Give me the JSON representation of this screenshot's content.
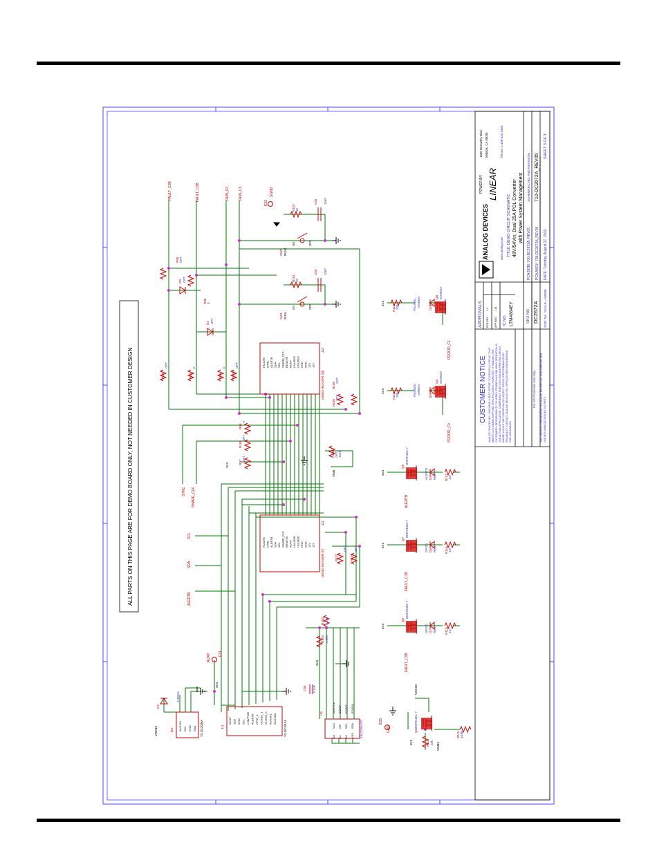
{
  "notice": "ALL PARTS ON THIS PAGE ARE FOR DEMO BOARD ONLY, NOT NEEDED IN CUSTOMER DESIGN",
  "nets": {
    "fault_c0b": "FAULT_C0B",
    "fault_c0b2": "FAULT_C0B",
    "run_c0": "RUN_C0",
    "run_c1": "RUN_C1",
    "sync": "SYNC",
    "share_clk": "SHARE_CLK",
    "scl": "SCL",
    "sda": "SDA",
    "alertb": "ALERTB",
    "auxp": "AUXP",
    "vdd33": "VDD33",
    "vdd33b": "VDD33",
    "vin83": "VIN83",
    "vin8": "VIN8",
    "v3v3_a": "3V3",
    "v3v3_b": "3V3",
    "v3v3_c": "3V3",
    "v3v3_d": "3V3",
    "v3v3_e": "3V3",
    "v3v3_f": "3V3",
    "v3v3_g": "3V3",
    "v3v3_h": "3V3",
    "v3v3_i": "3V3",
    "fault_c1b": "FAULT_C1B",
    "alertb_led": "ALERTB",
    "pgood_c0": "PGOOD_C0",
    "pgood_c1": "PGOOD_C1",
    "sgnd": "SGND",
    "gnd": "GND"
  },
  "parts": {
    "j10": {
      "ref": "J10",
      "pins": [
        "AUXVIN",
        "SCL",
        "GND",
        "SDA"
      ],
      "note": "TO DC2086A"
    },
    "j11": {
      "ref": "J11",
      "pins": [
        "AUXP",
        "SDA",
        "GND",
        "SCL",
        "LSB/PWR",
        "ALERTB",
        "GPIO_1",
        "OUTEN_1",
        "OUTEN_0",
        "AUXSCL",
        "AUXSDA"
      ],
      "note": "TO DC1613A"
    },
    "j12": {
      "ref": "DEMO HEADER (F)",
      "sub": "J12",
      "pins": [
        "FAULTB",
        "CTRL",
        "ALERTB",
        "SDA",
        "SCL",
        "SHARE_CLK",
        "RESETB",
        "AUXP",
        "UNUSED",
        "UNUSED",
        "GND",
        "GND",
        "12V",
        "12V"
      ]
    },
    "j13": {
      "ref": "DEMO HEADER (M)",
      "sub": "J13",
      "pins": [
        "FAULTB",
        "CTRL",
        "ALERTB",
        "SDA",
        "SCL",
        "SHARE_CLK",
        "RESETB",
        "AUXP",
        "UNUSED",
        "UNUSED",
        "GND",
        "GND",
        "12V",
        "12V"
      ]
    },
    "u5": {
      "ref": "U5",
      "part": "24LC025-I/ST",
      "pins": [
        "A0",
        "A1",
        "A2",
        "VSS",
        "VCC",
        "WP",
        "SCL",
        "SDA"
      ],
      "nets": [
        "AUXVCC",
        "EDWP",
        "EDSCL",
        "EDSDA"
      ]
    },
    "d2": {
      "ref": "D2",
      "part": "AU2024"
    },
    "d3": {
      "ref": "D3",
      "val": "OPT"
    },
    "d4": {
      "ref": "D4",
      "val": "OPT"
    },
    "sw1": {
      "ref": "SW1",
      "net": "RUN1",
      "on": "ON",
      "off": "OFF"
    },
    "sw2": {
      "ref": "SW2",
      "net": "RUN0",
      "on": "ON",
      "off": "OFF"
    },
    "r101": {
      "ref": "R101",
      "val": "10"
    },
    "r102": {
      "ref": "R102",
      "val": "10"
    },
    "c54": {
      "ref": "C54",
      "val": "10nF"
    },
    "c55": {
      "ref": "C55",
      "val": "10nF"
    },
    "e32": {
      "ref": "E32",
      "net": "SGND"
    },
    "e31": {
      "ref": "E31",
      "net": "AUXP"
    },
    "e33": {
      "ref": "E33",
      "net": "GND"
    },
    "r93": {
      "ref": "R93",
      "val": "OPT"
    },
    "r94": {
      "ref": "R94",
      "val": "0"
    },
    "r95": {
      "ref": "R95",
      "val": "OPT"
    },
    "r96": {
      "ref": "R96",
      "val": "0"
    },
    "r97": {
      "ref": "R97",
      "val": "OPT"
    },
    "r98": {
      "ref": "R98",
      "val": "0"
    },
    "r99": {
      "ref": "R99",
      "val": "0"
    },
    "r100": {
      "ref": "R100",
      "val": "OPT"
    },
    "r105": {
      "ref": "R105",
      "val": "OPT"
    },
    "r106": {
      "ref": "R106",
      "val": "OPT"
    },
    "r107": {
      "ref": "R107",
      "val": "OPT"
    },
    "r108": {
      "ref": "R108",
      "val": "OPT"
    },
    "r109": {
      "ref": "R109",
      "val": "OPT"
    },
    "r103": {
      "ref": "R103",
      "val": "4.99K"
    },
    "r104": {
      "ref": "R104",
      "val": "4.99K"
    },
    "r155": {
      "ref": "R155",
      "val": "OPT",
      "v2": "12K8"
    },
    "c56": {
      "ref": "C56",
      "val": "0.1uF"
    },
    "q4": {
      "ref": "Q4",
      "part": "DMP3130L-7"
    },
    "q5": {
      "ref": "Q5",
      "part": "2N7002A"
    },
    "q6": {
      "ref": "Q6",
      "part": "DMP3130L-7"
    },
    "q7": {
      "ref": "Q7",
      "part": "DMP3130L-7"
    },
    "q8": {
      "ref": "Q8",
      "part": "2N7002A"
    },
    "q9": {
      "ref": "Q9",
      "part": "DMP3130L-7"
    },
    "d6": {
      "ref": "D6",
      "name": "PGOOD0",
      "color": "GREEN"
    },
    "d7": {
      "ref": "D7",
      "name": "GPIO0",
      "color": "RED"
    },
    "d8": {
      "ref": "D8",
      "name": "GPIO1",
      "color": "RED"
    },
    "d9": {
      "ref": "D9",
      "name": "ALERTB",
      "color": "RED"
    },
    "d10": {
      "ref": "D10",
      "name": "PGOOD1",
      "color": "GREEN"
    },
    "r110": {
      "ref": "R110",
      "val": "15.8k"
    },
    "r111": {
      "ref": "R111",
      "val": "10k"
    },
    "r115": {
      "ref": "R115",
      "val": "137"
    },
    "r116": {
      "ref": "R116",
      "val": "137"
    },
    "r117": {
      "ref": "R117",
      "val": "137"
    },
    "r118": {
      "ref": "R118",
      "val": "200"
    },
    "r119": {
      "ref": "R119",
      "val": "200"
    }
  },
  "title_block": {
    "customer_notice_title": "CUSTOMER NOTICE",
    "customer_notice_text": "ANALOG DEVICES INC. HAS MADE A BEST EFFORT TO DESIGN A CIRCUIT THAT MEETS CUSTOMER-SUPPLIED SPECIFICATIONS; HOWEVER, IT REMAINS THE CUSTOMER'S RESPONSIBILITY TO VERIFY PROPER AND RELIABLE OPERATION IN THE ACTUAL APPLICATION. COMPONENT SUBSTITUTION AND PRINTED CIRCUIT BOARD LAYOUT MAY SIGNIFICANTLY AFFECT CIRCUIT PERFORMANCE OR RELIABILITY. CONTACT ANALOG DEVICES INC. APPLICATIONS ENGINEERING FOR ASSISTANCE.",
    "adi_only": "For ADI Customer Use Only",
    "license": "THIS CIRCUIT IS PROPRIETARY TO ANALOG DEVICES INC. AND SUPPLIED FOR USE WITH ANALOG DEVICES INC PARTS.",
    "approvals": "APPROVALS",
    "pcb_des": "PCB DES.",
    "app_eng": "APP ENG.",
    "pcb_des_val": "Y.Y",
    "app_eng_val": "J.W",
    "ic_no_label": "IC NO.",
    "ic_no": "LTM4664EY",
    "sku_label": "SKU NO.",
    "sku": "DC2672A",
    "size_label": "SIZE: NA",
    "scale_label": "SCALE = NONE",
    "logo_adi": "ANALOG DEVICES",
    "website": "www.analog.com",
    "power_by": "POWER BY",
    "logo_lt": "LINEAR",
    "addr1": "1630 McCarthy Blvd.",
    "addr2": "Milpitas, CA 95035",
    "phone": "Phone: 1-408-432-1900",
    "title_label": "TITLE: DEMO CIRCUIT SCHEMATIC",
    "title1": "48V/54Vin, Dual 25A POL Converter",
    "title2": "with Power System Management",
    "pca_bom": "PCA BOM: 700-DC2672A_REV05",
    "pca_assy": "PCA ASSY: 705-DC2672A_REV05",
    "schem_label": "SCHEMATIC NO. AND REVISION:",
    "schem_no": "710-DC2672A_REV05",
    "date": "DATE: Tuesday, August 27, 2019",
    "sheet": "SHEET 3 OF 3"
  },
  "colors": {
    "wire": "#007700",
    "ref": "#cc0000",
    "value": "#3333cc",
    "frame": "#4a4aff",
    "ink": "#000000"
  }
}
